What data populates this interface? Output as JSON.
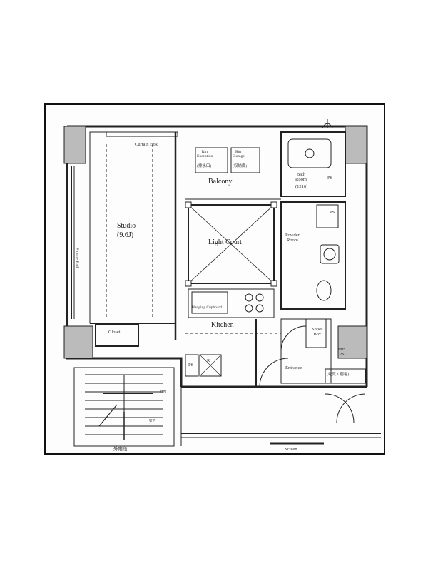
{
  "plan": {
    "rooms": {
      "studio": "Studio",
      "studio_size": "(9.6J)",
      "balcony": "Balcony",
      "light_court": "Light Court",
      "powder_room": "Powder\nRoom",
      "bath_room": "Bath\nRoom",
      "bath_size": "(1216)",
      "kitchen": "Kitchen",
      "entrance": "Entrance",
      "closet": "Closet"
    },
    "fixtures": {
      "curtain_box": "Curtain Box",
      "picture_rail": "Picture Rail",
      "rirr_exception": "Rirr\nException",
      "rirr_exception_sub": "(排水口)",
      "rirr_storage": "Rirr\nStorage",
      "rirr_storage_sub": "(収納庫)",
      "hanging_cupboard": "Hanging Cupboard",
      "shoes_box": "Shoes\nBox",
      "ps_1": "PS",
      "ps_2": "PS",
      "ps_3": "PS",
      "r_label": "R",
      "mb_ps": "MB\nPS",
      "mb_note": "(電気・弱電)",
      "stair_dn": "DN",
      "stair_up": "UP",
      "outside_stairs": "外階段",
      "screen": "Screen"
    }
  }
}
